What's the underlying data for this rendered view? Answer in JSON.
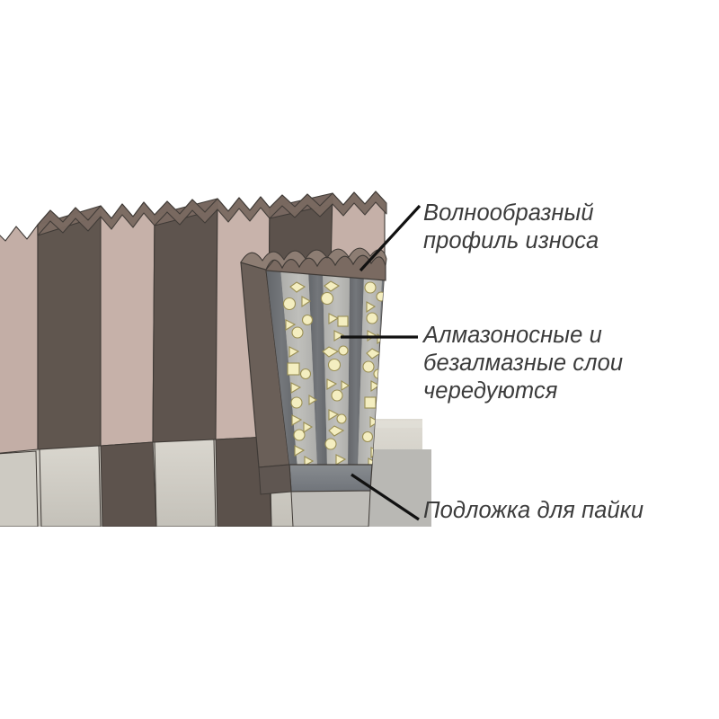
{
  "figure": {
    "type": "technical-cutaway-illustration",
    "subject": "Diamond saw blade segment cross-section",
    "background_color": "#ffffff"
  },
  "labels": {
    "wave": {
      "text": "Волнообразный\nпрофиль износа",
      "lines": [
        "Волнообразный",
        "профиль износа"
      ],
      "color": "#3b3b3b",
      "leader": "diagonal"
    },
    "layers": {
      "text": "Алмазоносные и\nбезалмазные слои\nчередуются",
      "lines": [
        "Алмазоносные и",
        "безалмазные слои",
        "чередуются"
      ],
      "color": "#3b3b3b",
      "leader": "horizontal"
    },
    "braze": {
      "text": "Подложка для пайки",
      "lines": [
        "Подложка для пайки"
      ],
      "color": "#3b3b3b",
      "leader": "diagonal"
    }
  },
  "colors": {
    "segment_front_dark": "#60564f",
    "segment_side_light": "#c3aea6",
    "segment_top_wave": "#7a6a61",
    "blade_steel": "#c9c7c1",
    "blade_steel_light": "#d6d3cb",
    "cut_band_dark": "#6e7175",
    "cut_band_light": "#b6b6b2",
    "braze_substrate": "#7c8084",
    "diamond_particle": "#f4eec0",
    "diamond_particle_edge": "#9a8f55",
    "outline": "#3f3a36",
    "leader_line": "#111111"
  },
  "structure": {
    "background_segments_count": 6,
    "cut_segment": {
      "diamond_stripes": 4,
      "non_diamond_bands": 4,
      "top_waves": 3,
      "particle_shapes": [
        "circle",
        "triangle",
        "rhombus",
        "square"
      ],
      "particle_count": 96
    }
  }
}
